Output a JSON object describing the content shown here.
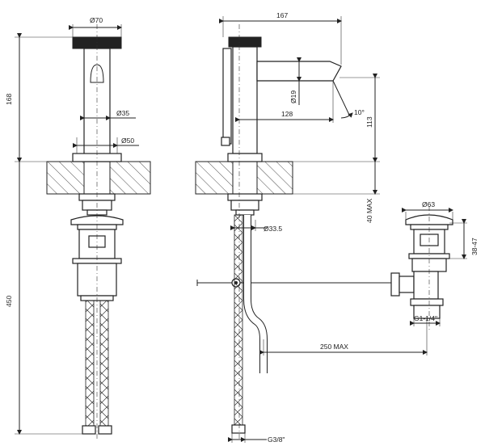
{
  "dimensions": {
    "d70": "Ø70",
    "d35": "Ø35",
    "d50": "Ø50",
    "h168": "168",
    "h450": "450",
    "w167": "167",
    "d19": "Ø19",
    "w128": "128",
    "a10": "10°",
    "h113": "113",
    "h40max": "40 MAX",
    "d33": "Ø33.5",
    "d63": "Ø63",
    "h3847": "38-47",
    "g114": "G1-1/4\"",
    "w250": "250 MAX",
    "g38": "G3/8\""
  }
}
